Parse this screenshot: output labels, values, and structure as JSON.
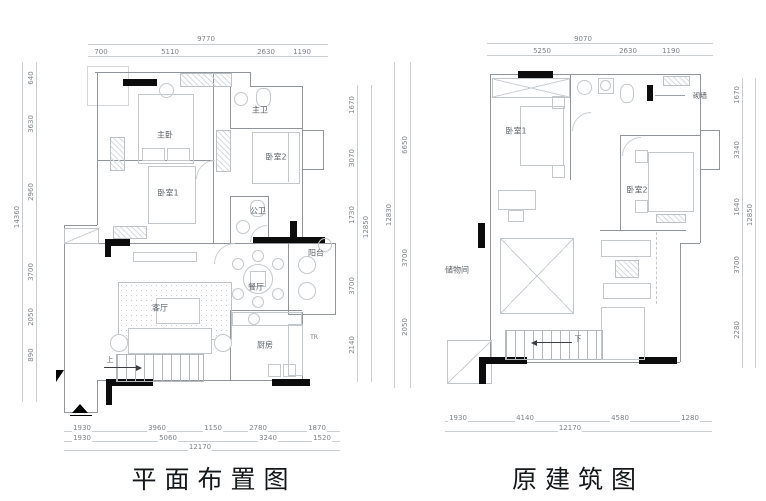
{
  "left_plan": {
    "title": "平面布置图",
    "rooms": {
      "master_bedroom": "主卧",
      "master_bath": "主卫",
      "bedroom1": "卧室1",
      "bedroom2": "卧室2",
      "public_bath": "公卫",
      "living_room": "客厅",
      "dining_room": "餐厅",
      "kitchen": "厨房",
      "balcony": "阳台"
    },
    "stair_label": "上",
    "misc_label": "TR",
    "dims": {
      "top_total": "9770",
      "top": [
        "700",
        "5110",
        "2630",
        "1190"
      ],
      "left": [
        "640",
        "3630",
        "2960",
        "3700",
        "2050",
        "890"
      ],
      "left_total": "14360",
      "right": [
        "1670",
        "3070",
        "1730",
        "3700",
        "2140"
      ],
      "right_total": "12850",
      "bottom_row1": [
        "1930",
        "3960",
        "1150",
        "2780",
        "1870"
      ],
      "bottom_row2": [
        "1930",
        "5060",
        "3240",
        "1520"
      ],
      "bottom_total": "12170"
    }
  },
  "right_plan": {
    "title": "原建筑图",
    "rooms": {
      "bedroom1": "卧室1",
      "bedroom2": "卧室2",
      "storage": "储物间"
    },
    "stair_label": "下",
    "wall_note": "砌墙",
    "dims": {
      "top_total": "9070",
      "top": [
        "5250",
        "2630",
        "1190"
      ],
      "left": [
        "6650",
        "3700",
        "2050"
      ],
      "left_total": "12830",
      "right": [
        "1670",
        "3340",
        "1640",
        "3700",
        "2280"
      ],
      "right_total": "12850",
      "bottom": [
        "1930",
        "4140",
        "4580",
        "1280"
      ],
      "bottom_total": "12170"
    }
  }
}
